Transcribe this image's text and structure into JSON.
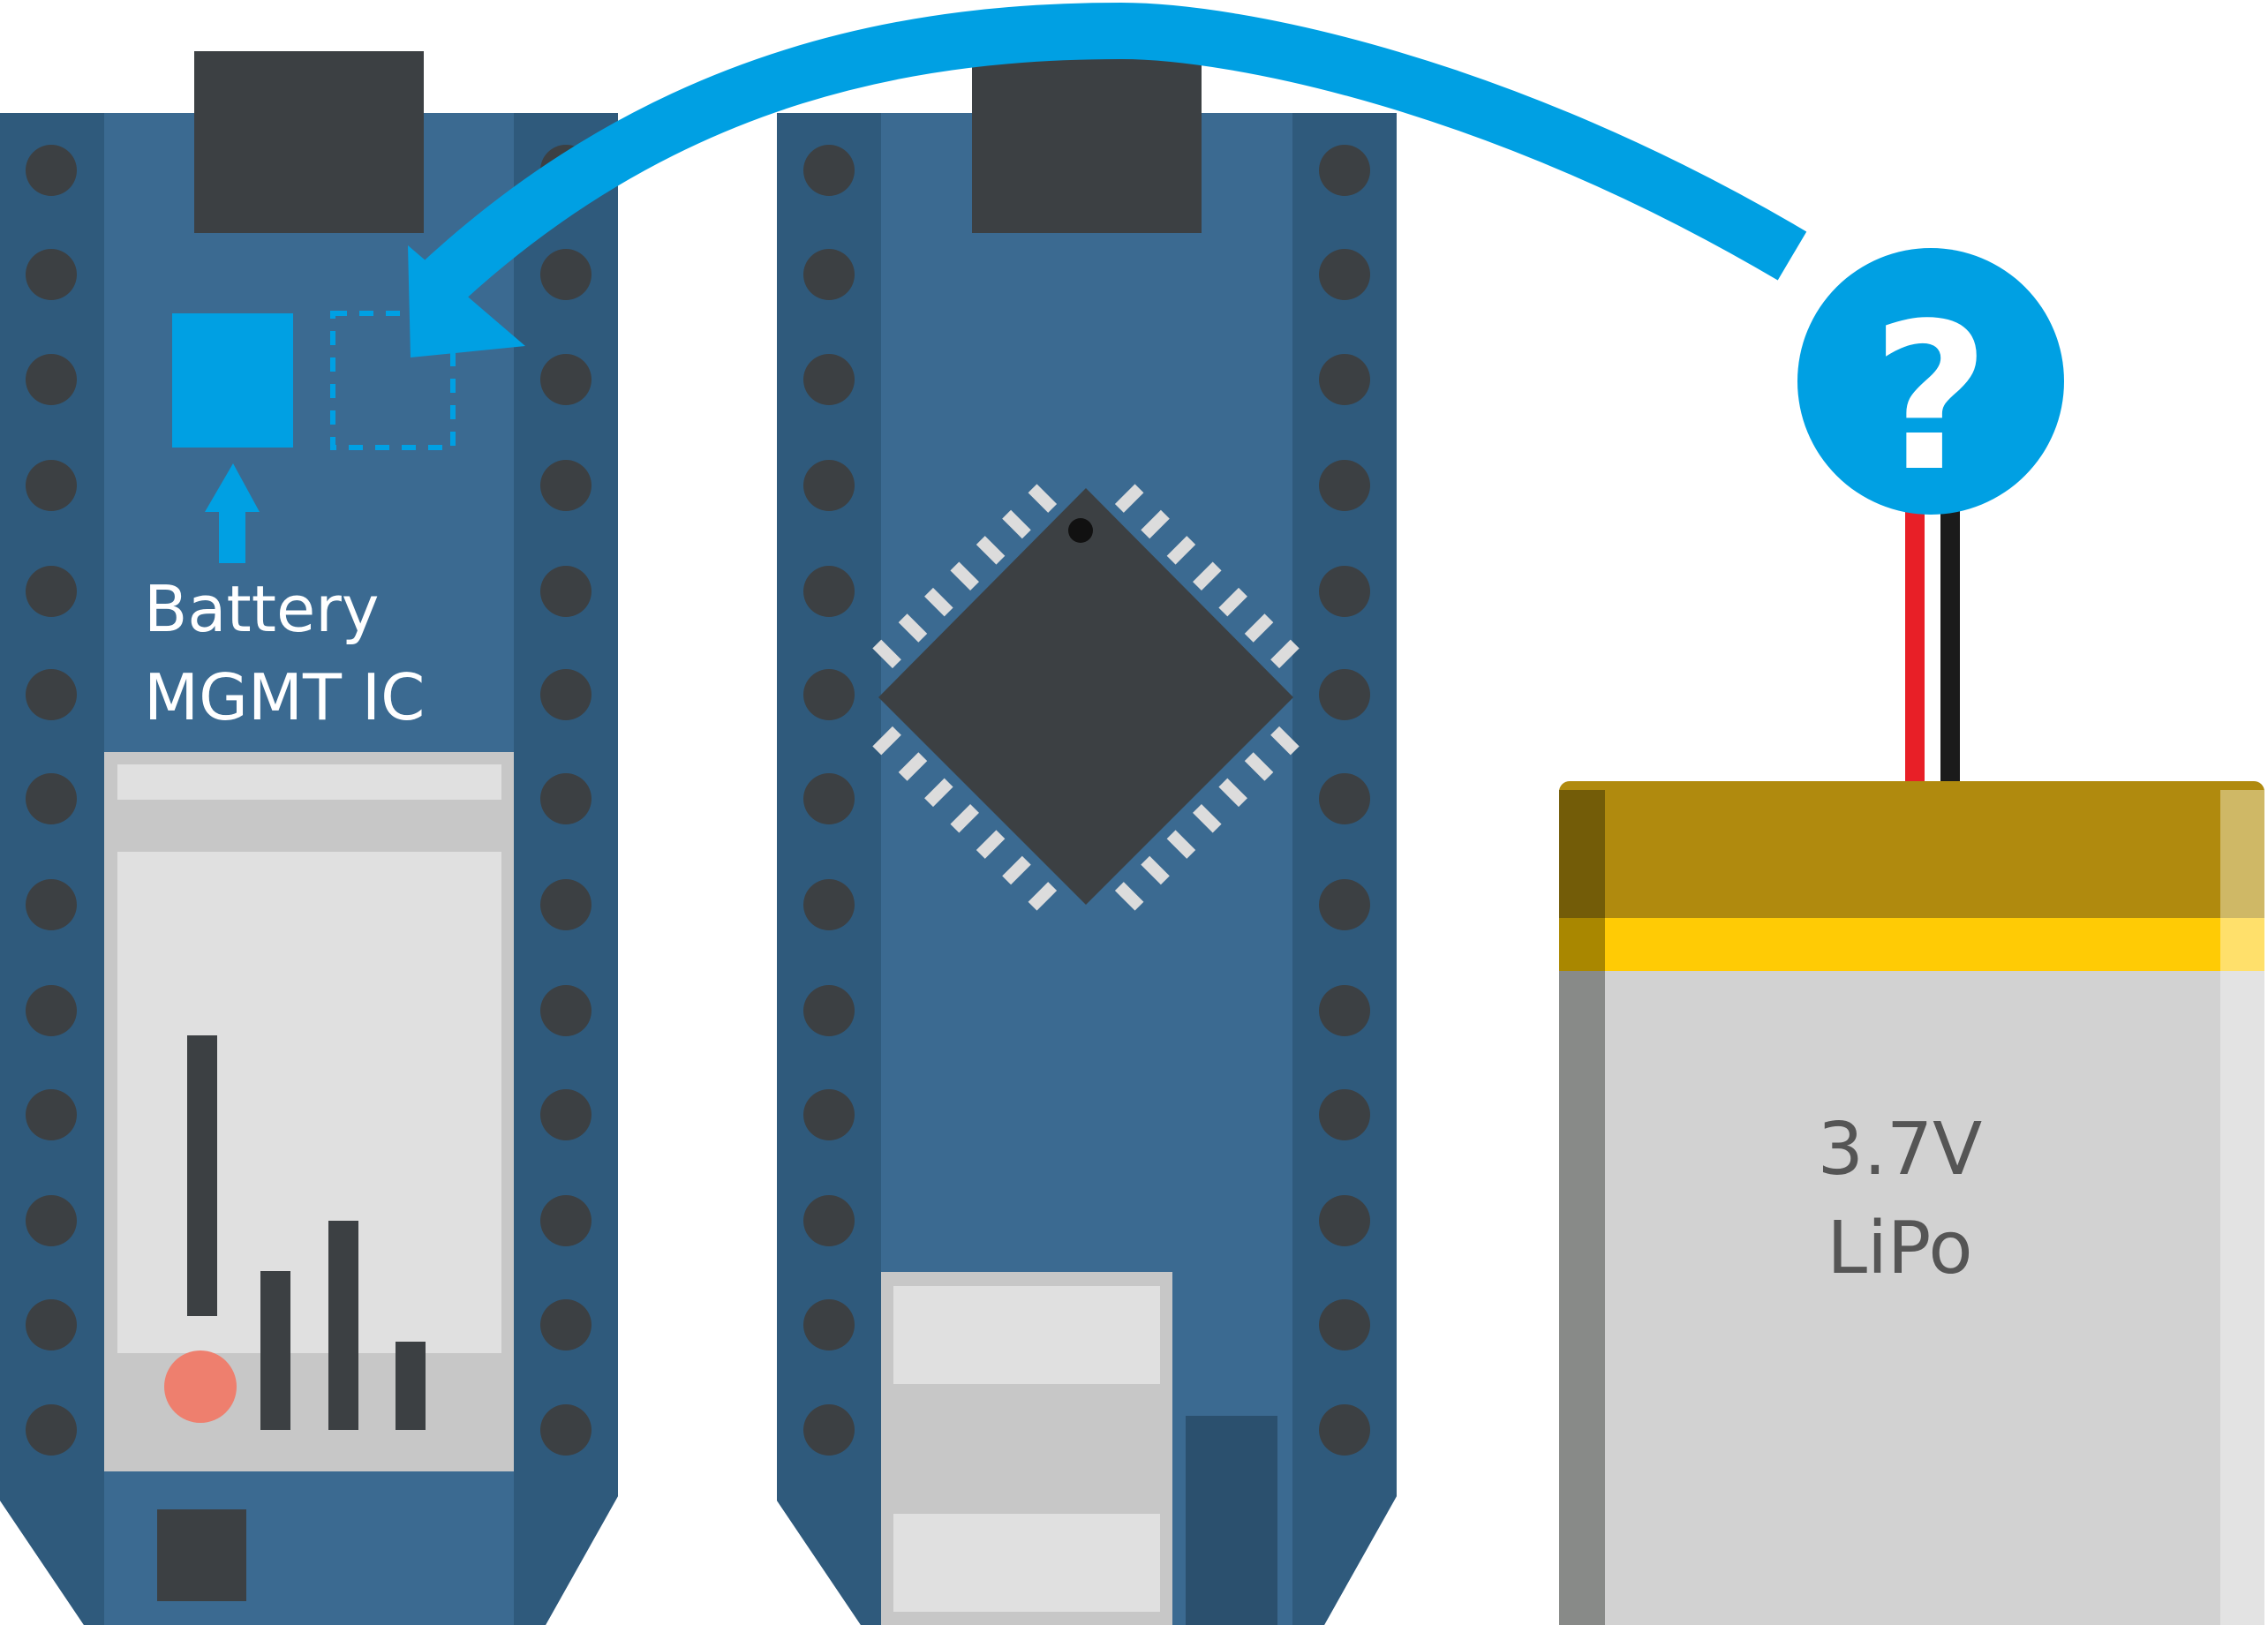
{
  "labels": {
    "ic_label_line1": "Battery",
    "ic_label_line2": "MGMT IC",
    "battery_voltage": "3.7V",
    "battery_type": "LiPo",
    "question_mark": "?"
  },
  "colors": {
    "board": "#3b6a91",
    "board_edge": "#2f5a7c",
    "chip": "#3c4043",
    "accent_blue": "#00a0e3",
    "module_silver": "#c7c7c7",
    "module_light": "#e0e0e0",
    "led": "#ee7f6e",
    "battery_gold": "#b08a0e",
    "battery_yellow": "#ffcb05",
    "battery_body": "#d2d2d2",
    "wire_red": "#e81f27",
    "wire_black": "#1b1b1b"
  }
}
